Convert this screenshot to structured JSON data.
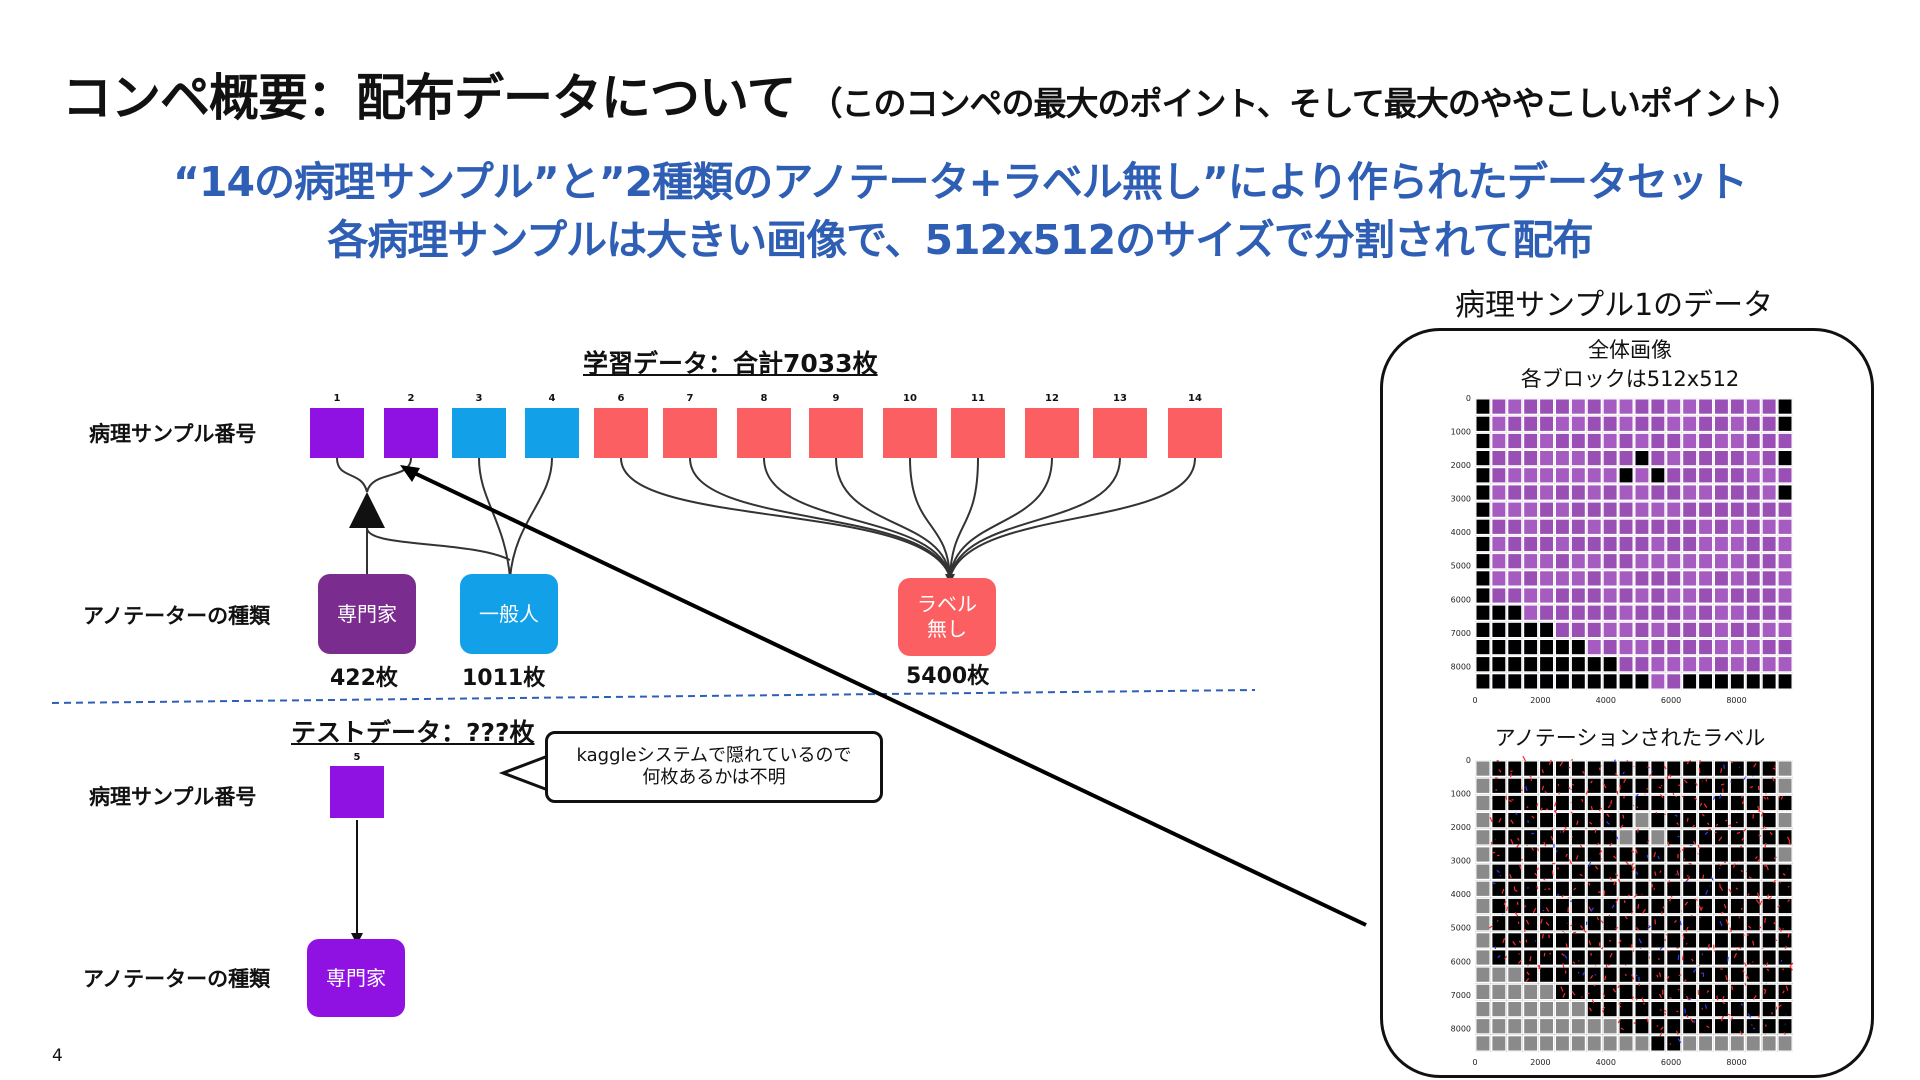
{
  "slide": {
    "title": "コンペ概要：配布データについて",
    "title_note": "（このコンペの最大のポイント、そして最大のややこしいポイント）",
    "subtitle_line1": "“14の病理サンプル”と”2種類のアノテータ+ラベル無し”により作られたデータセット",
    "subtitle_line2": "各病理サンプルは大きい画像で、512x512のサイズで分割されて配布",
    "page_number": "4"
  },
  "train": {
    "heading": "学習データ：合計7033枚",
    "sample_row_label": "病理サンプル番号",
    "annotator_row_label": "アノテーターの種類",
    "samples": [
      {
        "number": "1",
        "group": "expert"
      },
      {
        "number": "2",
        "group": "expert"
      },
      {
        "number": "3",
        "group": "general"
      },
      {
        "number": "4",
        "group": "general"
      },
      {
        "number": "6",
        "group": "none"
      },
      {
        "number": "7",
        "group": "none"
      },
      {
        "number": "8",
        "group": "none"
      },
      {
        "number": "9",
        "group": "none"
      },
      {
        "number": "10",
        "group": "none"
      },
      {
        "number": "11",
        "group": "none"
      },
      {
        "number": "12",
        "group": "none"
      },
      {
        "number": "13",
        "group": "none"
      },
      {
        "number": "14",
        "group": "none"
      }
    ],
    "annotators": {
      "expert": {
        "label": "専門家",
        "count": "422枚",
        "color": "#7a2c8f"
      },
      "general": {
        "label": "一般人",
        "count": "1011枚",
        "color": "#12a0e8"
      },
      "none": {
        "label_line1": "ラベル",
        "label_line2": "無し",
        "count": "5400枚",
        "color": "#fb5f62"
      }
    },
    "colors": {
      "expert_sample": "#8f12e2",
      "general_sample": "#12a0e8",
      "none_sample": "#fb5f62"
    }
  },
  "test": {
    "heading": "テストデータ：???枚",
    "sample_row_label": "病理サンプル番号",
    "annotator_row_label": "アノテーターの種類",
    "sample_number": "5",
    "annotator_label": "専門家",
    "annotator_color": "#8f12e2",
    "callout_line1": "kaggleシステムで隠れているので",
    "callout_line2": "何枚あるかは不明"
  },
  "panel": {
    "heading": "病理サンプル1のデータ",
    "image1_title_line1": "全体画像",
    "image1_title_line2": "各ブロックは512x512",
    "image2_title": "アノテーションされたラベル",
    "y_ticks": [
      "0",
      "1000",
      "2000",
      "3000",
      "4000",
      "5000",
      "6000",
      "7000",
      "8000"
    ],
    "x_ticks": [
      "0",
      "2000",
      "4000",
      "6000",
      "8000"
    ]
  }
}
